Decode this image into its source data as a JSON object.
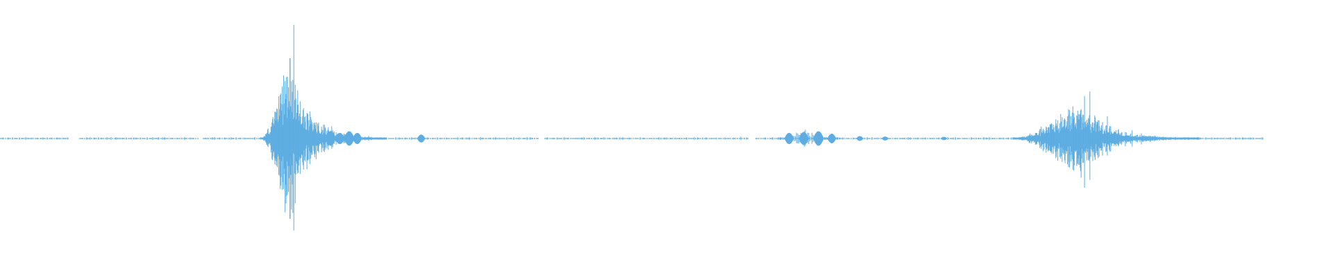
{
  "waveform": {
    "color": "#5dade2",
    "background": "#ffffff",
    "track_end_fraction": 0.948,
    "baseline_gaps": [
      [
        0.052,
        0.059
      ],
      [
        0.148,
        0.152
      ],
      [
        0.404,
        0.408
      ],
      [
        0.561,
        0.566
      ]
    ],
    "bursts": [
      {
        "start": 0.196,
        "end": 0.29,
        "peak_at": 0.216,
        "peak_amplitude": 1.0,
        "density": 1.0,
        "decay": 2.2
      },
      {
        "start": 0.585,
        "end": 0.63,
        "peak_at": 0.604,
        "peak_amplitude": 0.12,
        "density": 0.5,
        "decay": 1.2
      },
      {
        "start": 0.76,
        "end": 0.9,
        "peak_at": 0.81,
        "peak_amplitude": 0.48,
        "density": 1.0,
        "decay": 2.0
      }
    ],
    "small_blobs": [
      {
        "at": 0.248,
        "amplitude": 0.09
      },
      {
        "at": 0.255,
        "amplitude": 0.07
      },
      {
        "at": 0.262,
        "amplitude": 0.09
      },
      {
        "at": 0.268,
        "amplitude": 0.07
      },
      {
        "at": 0.316,
        "amplitude": 0.05
      },
      {
        "at": 0.592,
        "amplitude": 0.07
      },
      {
        "at": 0.603,
        "amplitude": 0.08
      },
      {
        "at": 0.614,
        "amplitude": 0.09
      },
      {
        "at": 0.624,
        "amplitude": 0.06
      },
      {
        "at": 0.645,
        "amplitude": 0.03
      },
      {
        "at": 0.664,
        "amplitude": 0.025
      },
      {
        "at": 0.708,
        "amplitude": 0.02
      }
    ]
  }
}
